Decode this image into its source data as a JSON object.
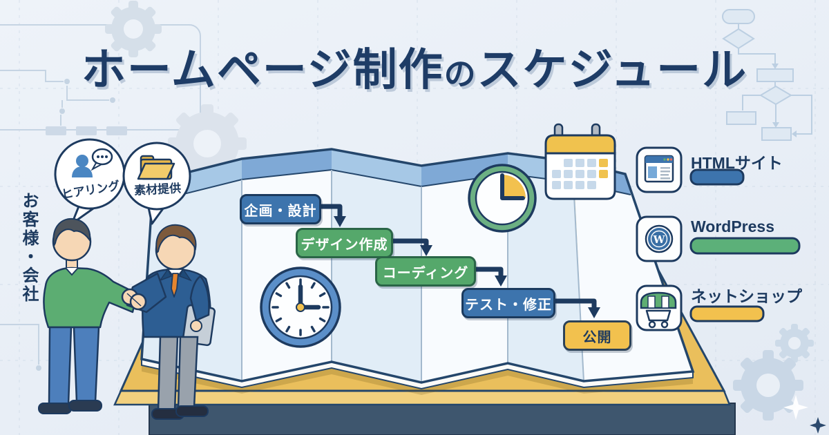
{
  "title": {
    "full": "ホームページ制作のスケジュール",
    "part1": "ホームページ制作",
    "particle": "の",
    "part2": "スケジュール"
  },
  "actors_label": "お客様・会社",
  "speech_bubbles": [
    {
      "label": "ヒアリング",
      "icon": "person-chat-icon"
    },
    {
      "label": "素材提供",
      "icon": "folder-icon"
    }
  ],
  "flow": {
    "steps": [
      {
        "label": "企画・設計",
        "bg": "#3d74ad",
        "border": "#1b3a5e",
        "text": "#ffffff"
      },
      {
        "label": "デザイン作成",
        "bg": "#55a86b",
        "border": "#2a6547",
        "text": "#ffffff"
      },
      {
        "label": "コーディング",
        "bg": "#55a86b",
        "border": "#2a6547",
        "text": "#ffffff"
      },
      {
        "label": "テスト・修正",
        "bg": "#3d74ad",
        "border": "#1b3a5e",
        "text": "#ffffff"
      },
      {
        "label": "公開",
        "bg": "#f2c14e",
        "border": "#2c4258",
        "text": "#1d3a5f"
      }
    ]
  },
  "deliverables": [
    {
      "label": "HTMLサイト",
      "icon": "browser-icon",
      "bar_color": "#3d74ad"
    },
    {
      "label": "WordPress",
      "icon": "wordpress-logo-icon",
      "bar_color": "#5cb079",
      "logo_letter": "W"
    },
    {
      "label": "ネットショップ",
      "icon": "shop-cart-icon",
      "bar_color": "#f2c14e"
    }
  ],
  "icons": {
    "schedule": "calendar-icon",
    "time": "clock-icon",
    "elapsed": "quarter-clock-icon",
    "handshake": "handshake",
    "decor": [
      "gear-icon",
      "flowchart-ghost",
      "circuit-traces",
      "sparkle-icon"
    ]
  },
  "colors": {
    "title": "#1e3c66",
    "background": "#e9eff6",
    "outline_navy": "#1d3a5f",
    "table_top": "#eabf5c",
    "table_base": "#3e566e",
    "map_fold_blue": "#e1edf7",
    "map_band_blue": "#a6c8e6",
    "accent_blue": "#3d74ad",
    "accent_green": "#55a86b",
    "accent_yellow": "#f2c14e"
  }
}
